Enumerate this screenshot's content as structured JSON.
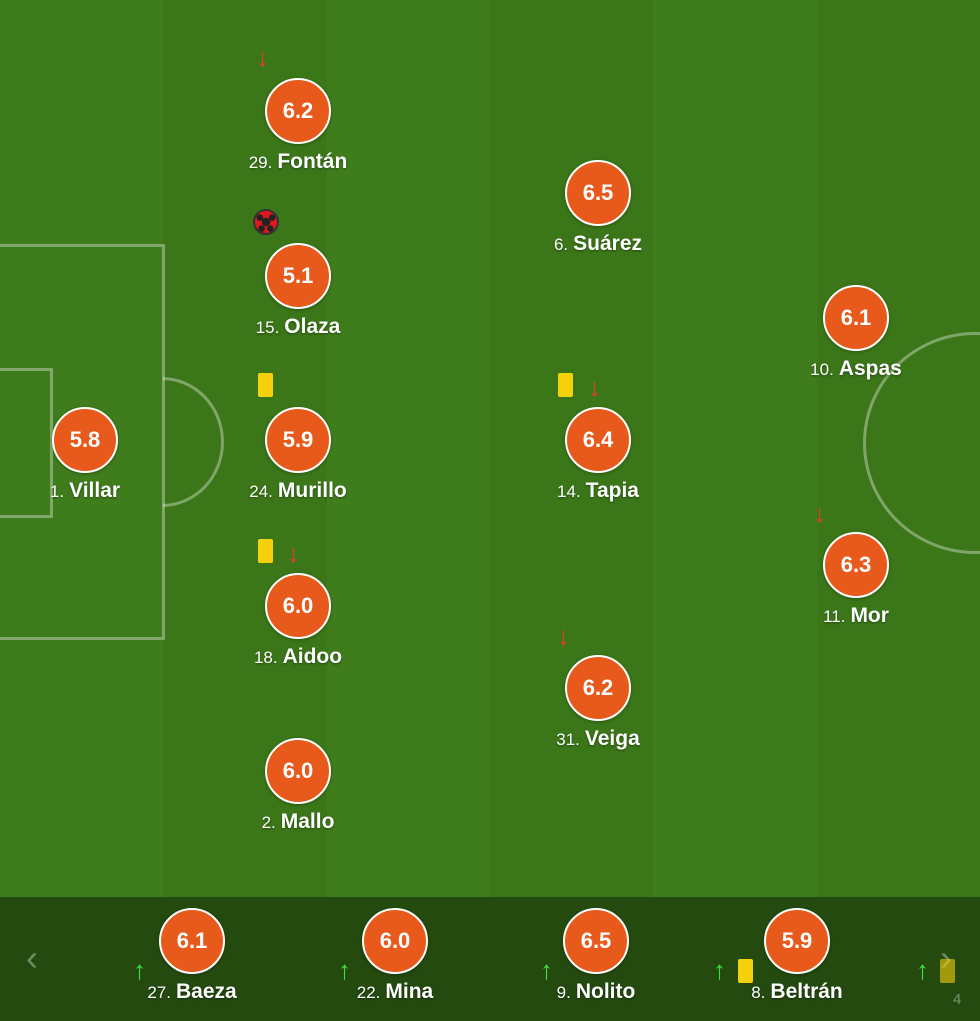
{
  "starters": [
    {
      "rating": "6.2",
      "number": "29.",
      "name": "Fontán"
    },
    {
      "rating": "5.1",
      "number": "15.",
      "name": "Olaza"
    },
    {
      "rating": "5.9",
      "number": "24.",
      "name": "Murillo"
    },
    {
      "rating": "6.0",
      "number": "18.",
      "name": "Aidoo"
    },
    {
      "rating": "6.0",
      "number": "2.",
      "name": "Mallo"
    },
    {
      "rating": "5.8",
      "number": "1.",
      "name": "Villar"
    },
    {
      "rating": "6.5",
      "number": "6.",
      "name": "Suárez"
    },
    {
      "rating": "6.4",
      "number": "14.",
      "name": "Tapia"
    },
    {
      "rating": "6.2",
      "number": "31.",
      "name": "Veiga"
    },
    {
      "rating": "6.1",
      "number": "10.",
      "name": "Aspas"
    },
    {
      "rating": "6.3",
      "number": "11.",
      "name": "Mor"
    }
  ],
  "substitutes": [
    {
      "rating": "6.1",
      "number": "27.",
      "name": "Baeza"
    },
    {
      "rating": "6.0",
      "number": "22.",
      "name": "Mina"
    },
    {
      "rating": "6.5",
      "number": "9.",
      "name": "Nolito"
    },
    {
      "rating": "5.9",
      "number": "8.",
      "name": "Beltrán"
    }
  ],
  "partial_sub_number": "4",
  "icons": {
    "sub_out": "↓",
    "sub_in": "↑",
    "prev": "‹",
    "next": "›"
  },
  "colors": {
    "rating_bg": "#e85a1b",
    "yellow_card": "#f5d00c",
    "sub_out": "#e53c2b",
    "sub_in": "#3de23d"
  }
}
